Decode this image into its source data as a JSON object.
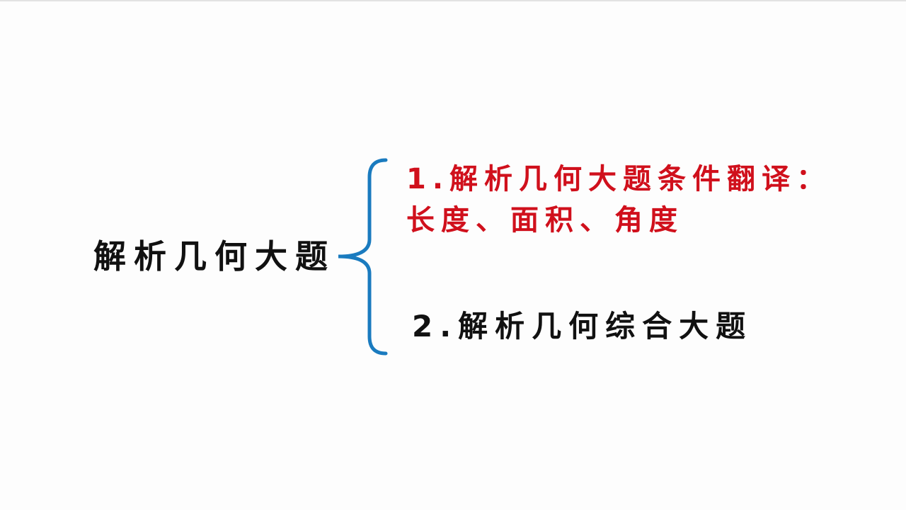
{
  "slide": {
    "main_topic": "解析几何大题",
    "items": [
      {
        "line1": "1.解析几何大题条件翻译：",
        "line2": "长度、面积、角度",
        "color": "#d0101c"
      },
      {
        "line1": "2.解析几何综合大题",
        "color": "#111111"
      }
    ],
    "brace_color": "#1a7bbf"
  }
}
